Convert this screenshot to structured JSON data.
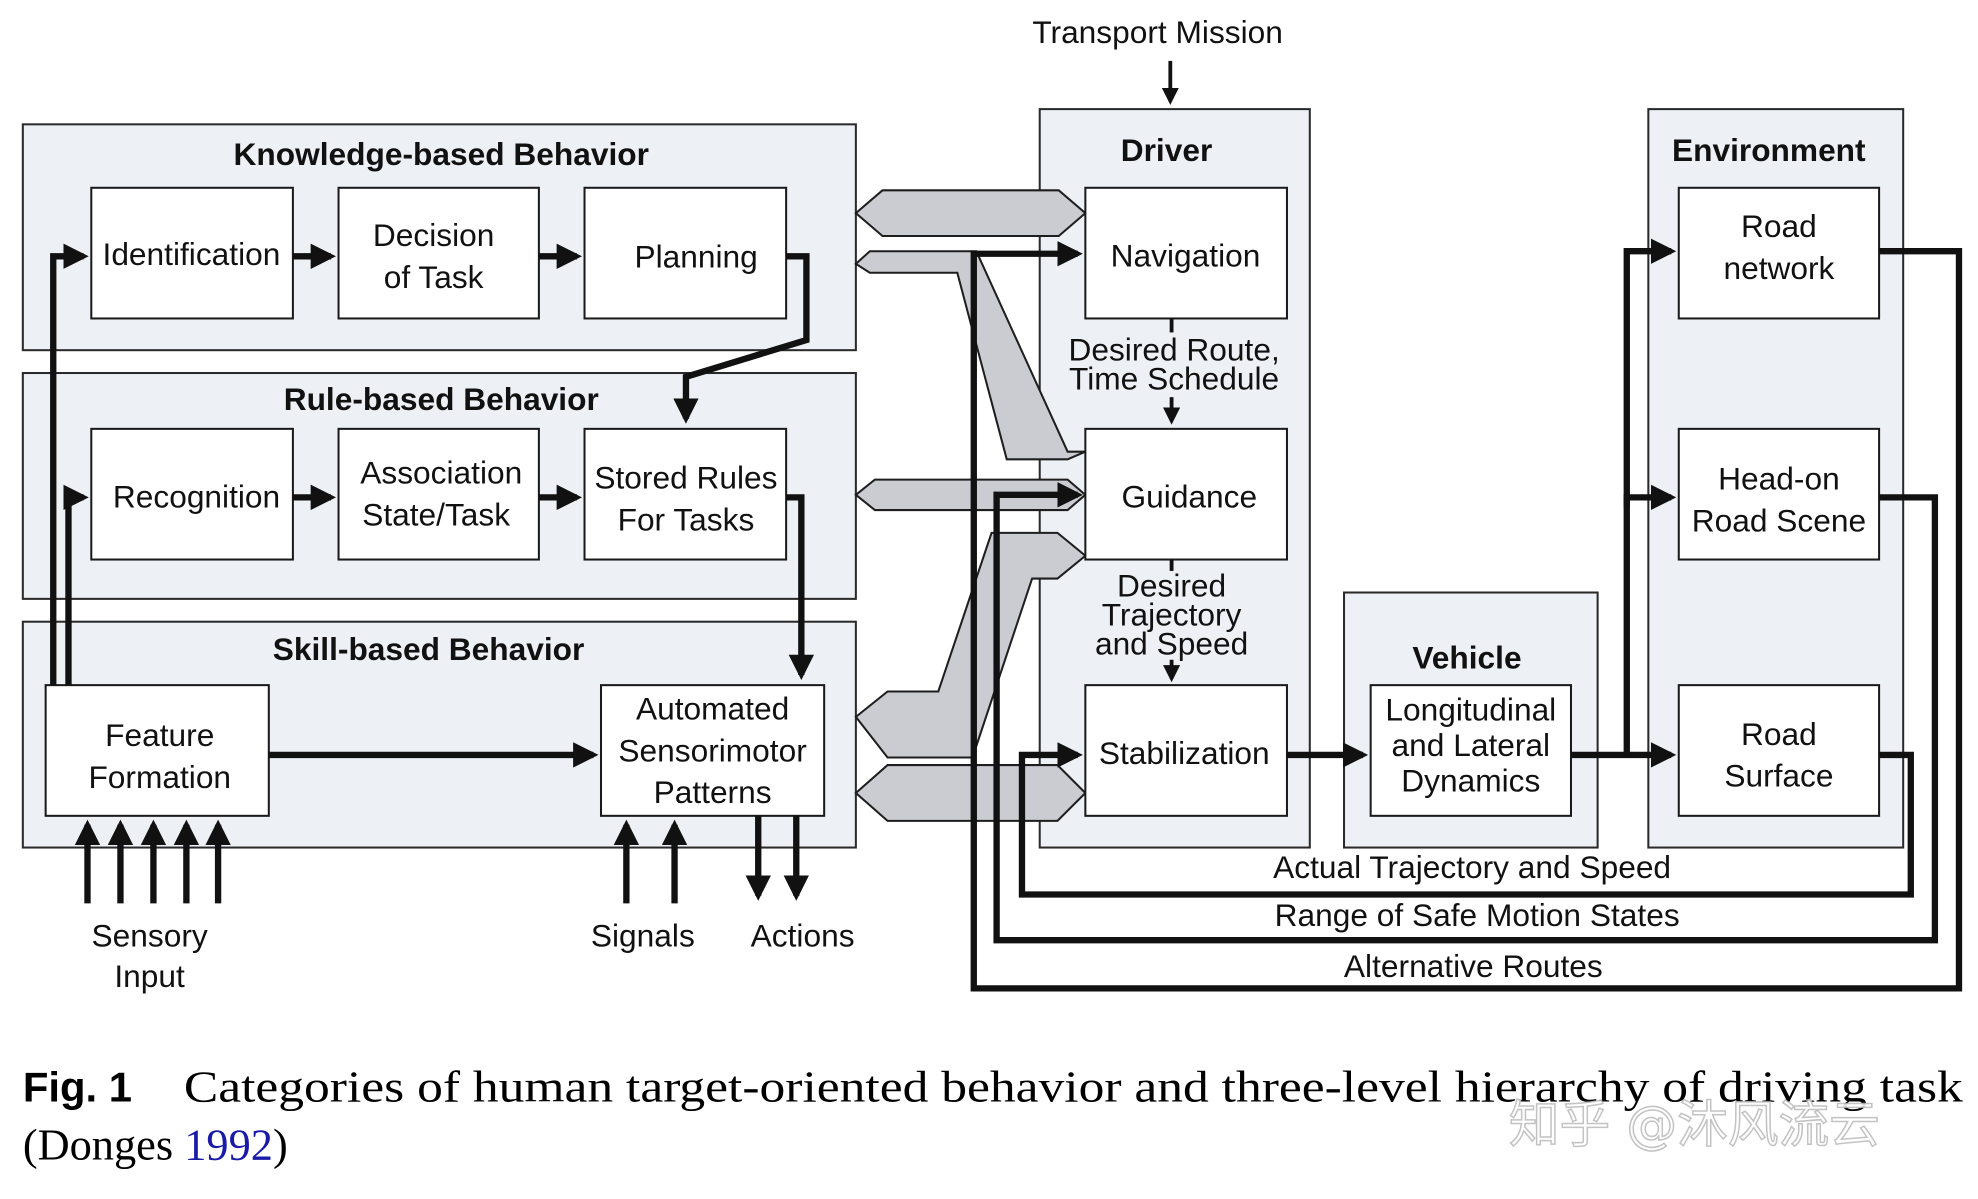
{
  "diagram": {
    "input_top": "Transport Mission",
    "levels": {
      "knowledge": {
        "title": "Knowledge-based Behavior",
        "boxes": [
          "Identification",
          [
            "Decision",
            "of Task"
          ],
          "Planning"
        ]
      },
      "rule": {
        "title": "Rule-based Behavior",
        "boxes": [
          "Recognition",
          [
            "Association",
            "State/Task"
          ],
          [
            "Stored Rules",
            "For Tasks"
          ]
        ]
      },
      "skill": {
        "title": "Skill-based Behavior",
        "boxes": [
          [
            "Feature",
            "Formation"
          ],
          [
            "Automated",
            "Sensorimotor",
            "Patterns"
          ]
        ]
      }
    },
    "driver": {
      "title": "Driver",
      "boxes": [
        "Navigation",
        "Guidance",
        "Stabilization"
      ],
      "labels": {
        "route": [
          "Desired Route,",
          "Time Schedule"
        ],
        "trajectory": [
          "Desired",
          "Trajectory",
          "and Speed"
        ]
      }
    },
    "vehicle": {
      "title": "Vehicle",
      "box": [
        "Longitudinal",
        "and Lateral",
        "Dynamics"
      ]
    },
    "environment": {
      "title": "Environment",
      "boxes": [
        [
          "Road",
          "network"
        ],
        [
          "Head-on",
          "Road Scene"
        ],
        [
          "Road",
          "Surface"
        ]
      ]
    },
    "bottom_labels": {
      "sensory": [
        "Sensory",
        "Input"
      ],
      "signals": "Signals",
      "actions": "Actions"
    },
    "feedback_loops": [
      "Actual Trajectory and Speed",
      "Range of Safe Motion States",
      "Alternative Routes"
    ]
  },
  "caption": {
    "label": "Fig. 1",
    "text_line1": "Categories of human target-oriented behavior and three-level hierarchy of driving task",
    "text_line2_prefix": "(Donges ",
    "citation_year": "1992",
    "text_line2_suffix": ")"
  },
  "watermark": "知乎 @沐风流云"
}
